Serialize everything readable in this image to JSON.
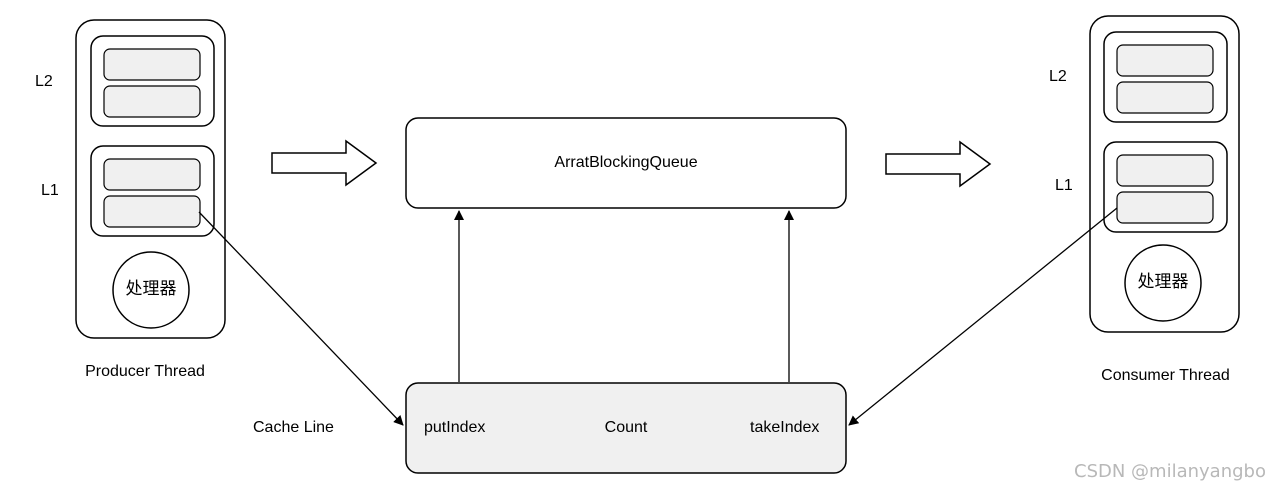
{
  "producer": {
    "title": "Producer Thread",
    "l2_label": "L2",
    "l1_label": "L1",
    "processor_label": "处理器"
  },
  "consumer": {
    "title": "Consumer Thread",
    "l2_label": "L2",
    "l1_label": "L1",
    "processor_label": "处理器"
  },
  "queue": {
    "label": "ArratBlockingQueue"
  },
  "cache_line": {
    "label": "Cache Line",
    "fields": [
      "putIndex",
      "Count",
      "takeIndex"
    ]
  },
  "watermark": "CSDN @milanyangbo",
  "colors": {
    "stroke": "#000000",
    "cell_fill": "#f0f0f0",
    "cache_line_fill": "#f0f0f0",
    "watermark": "#b8b8b8"
  }
}
